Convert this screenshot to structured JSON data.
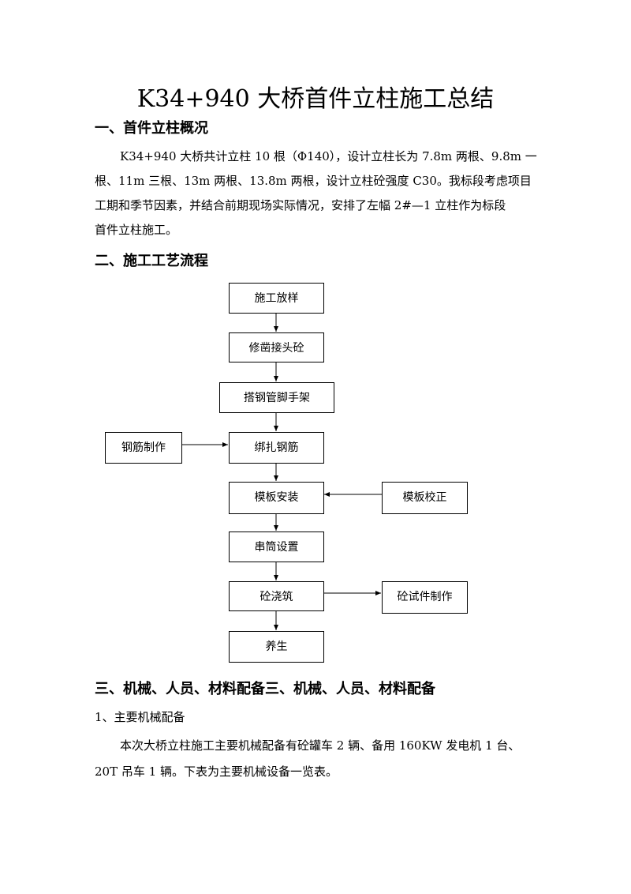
{
  "title": "K34+940 大桥首件立柱施工总结",
  "section1": {
    "heading": "一、首件立柱概况",
    "lines": [
      "K34+940 大桥共计立柱 10 根（Φ140），设计立柱长为 7.8m 两根、9.8m 一",
      "根、11m 三根、13m 两根、13.8m 两根，设计立柱砼强度 C30。我标段考虑项目",
      "工期和季节因素，并结合前期现场实际情况，安排了左幅 2#—1 立柱作为标段",
      "首件立柱施工。"
    ]
  },
  "section2": {
    "heading": "二、施工工艺流程",
    "flow": {
      "main": [
        "施工放样",
        "修凿接头砼",
        "搭钢管脚手架",
        "绑扎钢筋",
        "模板安装",
        "串筒设置",
        "砼浇筑",
        "养生"
      ],
      "side_rebar": "钢筋制作",
      "side_formwork": "模板校正",
      "side_specimen": "砼试件制作"
    }
  },
  "section3": {
    "heading": "三、机械、人员、材料配备三、机械、人员、材料配备",
    "sub1": "1、主要机械配备",
    "lines": [
      "本次大桥立柱施工主要机械配备有砼罐车 2 辆、备用 160KW 发电机 1 台、",
      "20T 吊车 1 辆。下表为主要机械设备一览表。"
    ]
  }
}
